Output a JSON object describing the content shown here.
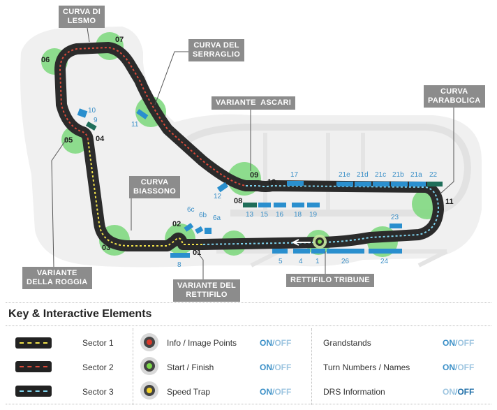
{
  "labels": {
    "curva_di_lesmo": "CURVA DI\nLESMO",
    "curva_del_serraglio": "CURVA DEL\nSERRAGLIO",
    "variante_ascari": "VARIANTE  ASCARI",
    "curva_parabolica": "CURVA\nPARABOLICA",
    "curva_biassono": "CURVA\nBIASSONO",
    "variante_della_roggia": "VARIANTE\nDELLA ROGGIA",
    "variante_del_rettifilo": "VARIANTE DEL\nRETTIFILO",
    "rettifilo_tribune": "RETTIFILO TRIBUNE"
  },
  "turns": [
    "01",
    "02",
    "03",
    "04",
    "05",
    "06",
    "07",
    "08",
    "09",
    "10",
    "11"
  ],
  "grandstands": [
    "10",
    "9",
    "11",
    "12",
    "6c",
    "6b",
    "6a",
    "8",
    "17",
    "21e",
    "21d",
    "21c",
    "21b",
    "21a",
    "22",
    "13",
    "15",
    "16",
    "18",
    "19",
    "23",
    "5",
    "4",
    "1",
    "26",
    "24"
  ],
  "key": {
    "title": "Key & Interactive Elements",
    "sectors": [
      "Sector 1",
      "Sector 2",
      "Sector 3"
    ],
    "points": [
      "Info / Image Points",
      "Start / Finish",
      "Speed Trap"
    ],
    "layers": [
      "Grandstands",
      "Turn Numbers / Names",
      "DRS Information"
    ],
    "on": "ON",
    "off": "OFF",
    "sep": "/"
  },
  "colors": {
    "track": "#2b2b2b",
    "sector1": "#f2e34a",
    "sector2": "#d94a3a",
    "sector3": "#7fd4ef",
    "green_glow": "#6fd66f",
    "grandstand": "#2a8fce",
    "label_bg": "#8c8c8c"
  }
}
